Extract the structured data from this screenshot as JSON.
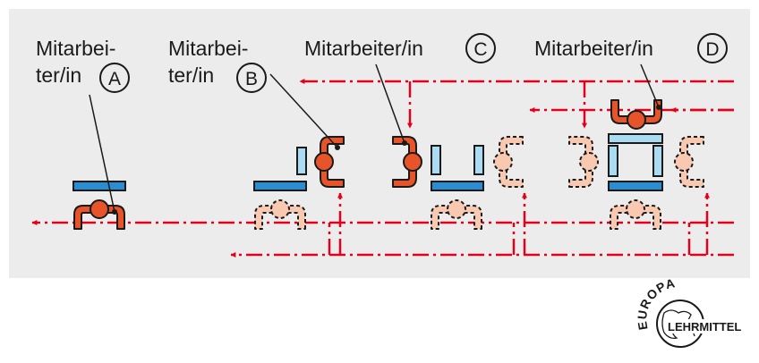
{
  "labels": {
    "a_line1": "Mitarbei-",
    "a_line2": "ter/in",
    "a_letter": "A",
    "b_line1": "Mitarbei-",
    "b_line2": "ter/in",
    "b_letter": "B",
    "c_text": "Mitarbeiter/in",
    "c_letter": "C",
    "d_text": "Mitarbeiter/in",
    "d_letter": "D"
  },
  "logo": {
    "top": "EUROPA",
    "bottom": "LEHRMITTEL"
  },
  "colors": {
    "panel": "#ececec",
    "flow_red": "#e2001a",
    "worker_active": "#e8542a",
    "worker_inactive": "#f8c8b0",
    "table_dark": "#2b8ccf",
    "table_light": "#a9dcf3",
    "outline": "#1a1a1a"
  }
}
